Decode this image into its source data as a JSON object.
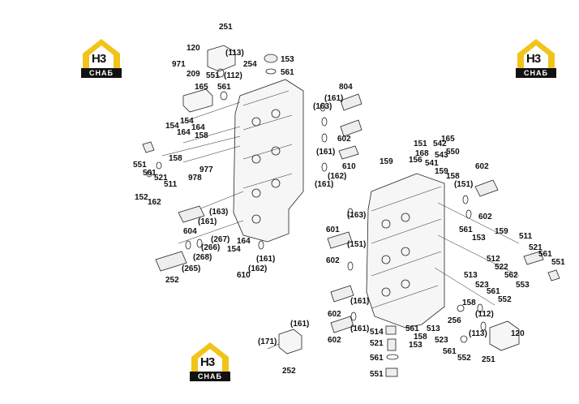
{
  "brand": {
    "mark": "H3",
    "tag": "СНАБ",
    "accent": "#f2c318",
    "dark": "#111111"
  },
  "labels": [
    "251",
    "120",
    "(113)",
    "153",
    "971",
    "254",
    "209",
    "551",
    "(112)",
    "561",
    "165",
    "561",
    "804",
    "(163)",
    "(161)",
    "154",
    "164",
    "158",
    "154",
    "164",
    "602",
    "158",
    "(161)",
    "610",
    "551",
    "561",
    "521",
    "511",
    "152",
    "162",
    "977",
    "978",
    "(162)",
    "(161)",
    "(163)",
    "(161)",
    "604",
    "(267)",
    "164",
    "154",
    "(266)",
    "(268)",
    "(161)",
    "(162)",
    "(265)",
    "610",
    "252",
    "151",
    "168",
    "542",
    "165",
    "550",
    "543",
    "159",
    "156",
    "541",
    "159",
    "158",
    "602",
    "(151)",
    "602",
    "(163)",
    "601",
    "(151)",
    "561",
    "153",
    "159",
    "511",
    "521",
    "561",
    "551",
    "602",
    "512",
    "522",
    "513",
    "523",
    "561",
    "562",
    "553",
    "552",
    "(161)",
    "158",
    "(112)",
    "602",
    "(161)",
    "561",
    "513",
    "256",
    "(113)",
    "602",
    "514",
    "158",
    "523",
    "120",
    "521",
    "153",
    "561",
    "552",
    "251",
    "561",
    "551",
    "(161)",
    "(171)",
    "252"
  ]
}
